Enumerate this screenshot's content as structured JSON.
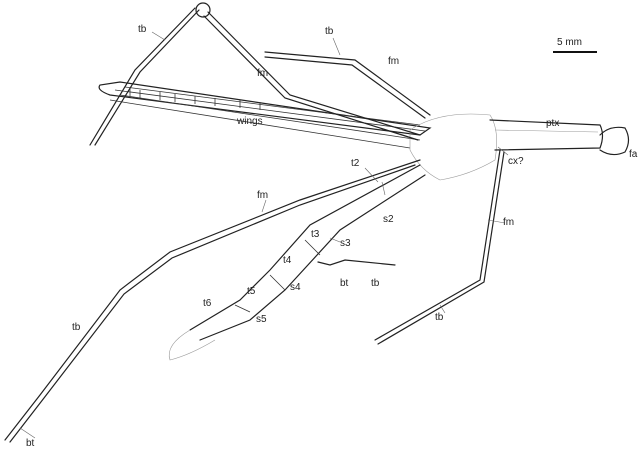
{
  "figure": {
    "scale_bar": "5 mm",
    "labels": {
      "tb_top_left": "tb",
      "tb_top_mid": "tb",
      "fm_top_left": "fm",
      "fm_top_right": "fm",
      "wings": "wings",
      "ptx": "ptx",
      "fa": "fa",
      "cx": "cx?",
      "t2": "t2",
      "s2": "s2",
      "fm_mid": "fm",
      "t3": "t3",
      "s3": "s3",
      "t4": "t4",
      "s4": "s4",
      "t5": "t5",
      "s5": "s5",
      "t6": "t6",
      "bt_mid": "bt",
      "tb_mid": "tb",
      "fm_right": "fm",
      "tb_right": "tb",
      "tb_left": "tb",
      "bt_left": "bt"
    }
  }
}
